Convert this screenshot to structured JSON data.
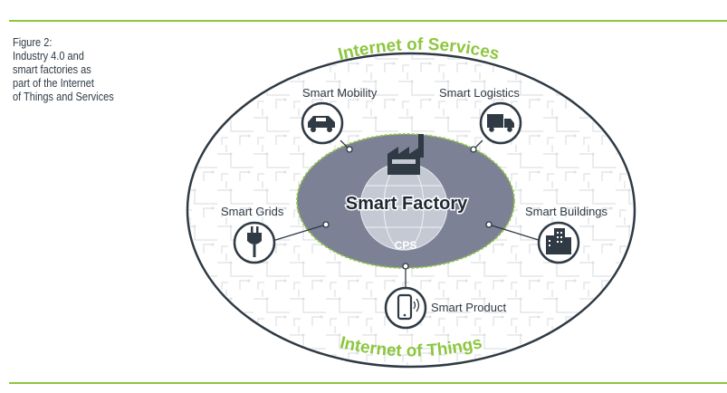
{
  "caption": {
    "line1": "Figure 2:",
    "line2": "Industry 4.0 and",
    "line3": "smart factories as",
    "line4": "part of the Internet",
    "line5": "of Things and Services"
  },
  "diagram": {
    "outer_top_label": "Internet of Services",
    "outer_bottom_label": "Internet of Things",
    "center_label": "Smart Factory",
    "cps_label": "CPS",
    "nodes": {
      "mobility": "Smart Mobility",
      "logistics": "Smart Logistics",
      "grids": "Smart Grids",
      "buildings": "Smart Buildings",
      "product": "Smart Product"
    },
    "colors": {
      "accent_green": "#8dc63f",
      "inner_gray": "#7d8196",
      "outline_dark": "#2f3a44"
    }
  }
}
